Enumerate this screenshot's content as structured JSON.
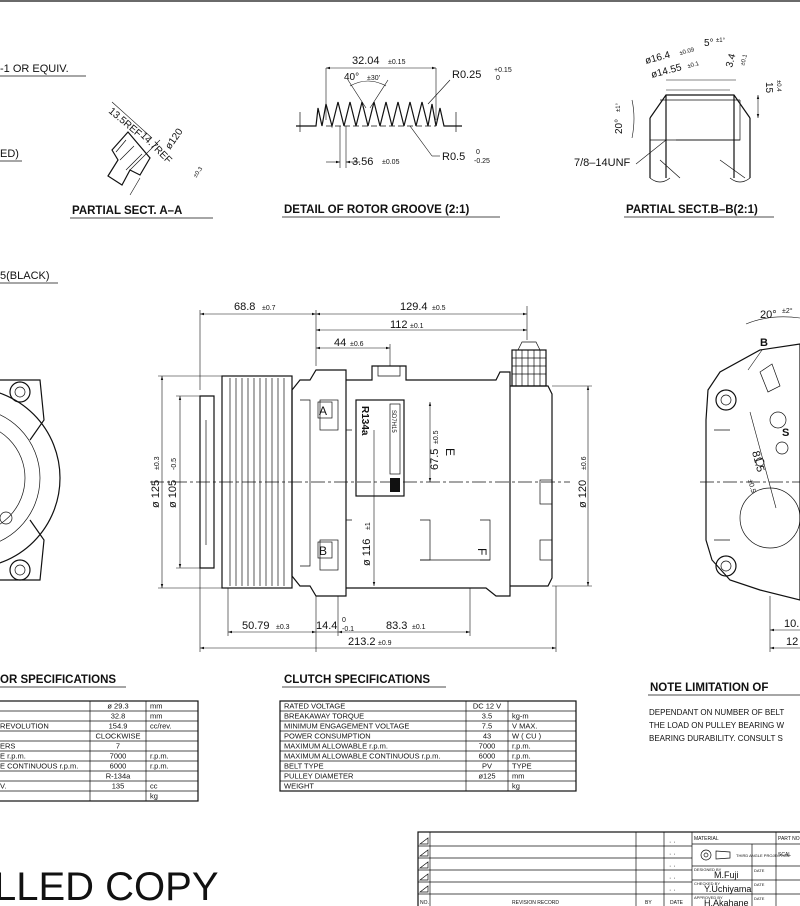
{
  "top_left_notes": [
    "-1 OR EQUIV.",
    "ED)",
    "5(BLACK)"
  ],
  "section_a": {
    "title": "PARTIAL  SECT.  A–A",
    "dims": [
      "13.5REF",
      "14.7REF",
      "ø120"
    ],
    "tol_120": "±0.3"
  },
  "rotor_groove": {
    "title": "DETAIL  OF  ROTOR  GROOVE  (2:1)",
    "width": "32.04",
    "width_tol": "±0.15",
    "angle": "40°",
    "angle_tol": "±30'",
    "radius_top": "R0.25",
    "radius_top_tol_up": "+0.15",
    "radius_top_tol_dn": "0",
    "pitch": "3.56",
    "pitch_tol": "±0.05",
    "radius_bottom": "R0.5",
    "radius_bottom_tol_up": "0",
    "radius_bottom_tol_dn": "-0.25"
  },
  "section_b": {
    "title": "PARTIAL  SECT.B–B(2:1)",
    "d1": "ø16.4",
    "d1_tol": "±0.09",
    "d2": "ø14.55",
    "d2_tol": "±0.1",
    "angle": "5°",
    "angle_tol": "±1°",
    "d3": "3.4",
    "d3_tol": "±0.1",
    "d4": "15",
    "d4_tol": "±0.4",
    "angle2": "20°",
    "angle2_tol": "±1°",
    "thread": "7/8–14UNF"
  },
  "main_view": {
    "d_68": "68.8",
    "d_68_tol": "±0.7",
    "d_129": "129.4",
    "d_129_tol": "±0.5",
    "d_112": "112",
    "d_112_tol": "±0.1",
    "d_44": "44",
    "d_44_tol": "±0.6",
    "d_125": "ø 125",
    "d_125_tol": "±0.3",
    "d_105": "ø 105",
    "d_105_tol": "-0.5",
    "d_67": "67.5",
    "d_67_tol": "±0.5",
    "d_116": "ø 116",
    "d_116_tol": "±1",
    "d_120": "ø 120",
    "d_120_tol": "±0.6",
    "d_50": "50.79",
    "d_50_tol": "±0.3",
    "d_14": "14.4",
    "d_14_tol_up": "0",
    "d_14_tol_dn": "-0.1",
    "d_83": "83.3",
    "d_83_tol": "±0.1",
    "d_213": "213.2",
    "d_213_tol": "±0.9",
    "label_a": "A",
    "label_b": "B",
    "label_e": "E",
    "label_f": "F",
    "body_text": "R134a",
    "model_text": "SD7H15"
  },
  "right_view": {
    "angle": "20°",
    "angle_tol": "±2°",
    "label_b": "B",
    "label_s": "S",
    "d_81": "81.5",
    "d_81_tol": "±0.5",
    "d_10": "10.",
    "d_12": "12"
  },
  "compressor_specs": {
    "title": "OR  SPECIFICATIONS",
    "rows": [
      [
        "",
        "ø  29.3",
        "mm"
      ],
      [
        "",
        "32.8",
        "mm"
      ],
      [
        "REVOLUTION",
        "154.9",
        "cc/rev."
      ],
      [
        "",
        "CLOCKWISE",
        ""
      ],
      [
        "ERS",
        "7",
        ""
      ],
      [
        "E r.p.m.",
        "7000",
        "r.p.m."
      ],
      [
        "E CONTINUOUS r.p.m.",
        "6000",
        "r.p.m."
      ],
      [
        "",
        "R-134a",
        ""
      ],
      [
        "V.",
        "135",
        "cc"
      ],
      [
        "",
        "",
        "kg"
      ]
    ]
  },
  "clutch_specs": {
    "title": "CLUTCH  SPECIFICATIONS",
    "rows": [
      [
        "RATED VOLTAGE",
        "DC 12  V",
        ""
      ],
      [
        "BREAKAWAY TORQUE",
        "3.5",
        "kg-m"
      ],
      [
        "MINIMUM ENGAGEMENT VOLTAGE",
        "7.5",
        "V MAX."
      ],
      [
        "POWER CONSUMPTION",
        "43",
        "W ( CU )"
      ],
      [
        "MAXIMUM ALLOWABLE r.p.m.",
        "7000",
        "r.p.m."
      ],
      [
        "MAXIMUM ALLOWABLE CONTINUOUS r.p.m.",
        "6000",
        "r.p.m."
      ],
      [
        "BELT TYPE",
        "PV",
        "TYPE"
      ],
      [
        "PULLEY DIAMETER",
        "ø125",
        "mm"
      ],
      [
        "WEIGHT",
        "",
        "kg"
      ]
    ]
  },
  "note": {
    "title": "NOTE    LIMITATION  OF",
    "lines": [
      "DEPENDANT ON NUMBER OF BELT",
      "THE LOAD ON PULLEY BEARING W",
      "BEARING DURABILITY.  CONSULT S"
    ]
  },
  "stamp": "LLED COPY",
  "title_block": {
    "material": "MATERIAL",
    "part_no": "PART NO",
    "projection": "THIRD ANGLE PROJECTION",
    "scale": "SCAL",
    "designed_by_lbl": "DESIGNED BY",
    "designed_by": "M.Fuji",
    "checked_by_lbl": "CHECKED BY",
    "checked_by": "Y.Uchiyama",
    "approved_by_lbl": "APPROVED BY",
    "approved_by": "H.Akahane",
    "date": "DATE",
    "revision_record": "REVISION RECORD",
    "no": "NO.",
    "by": "BY"
  }
}
